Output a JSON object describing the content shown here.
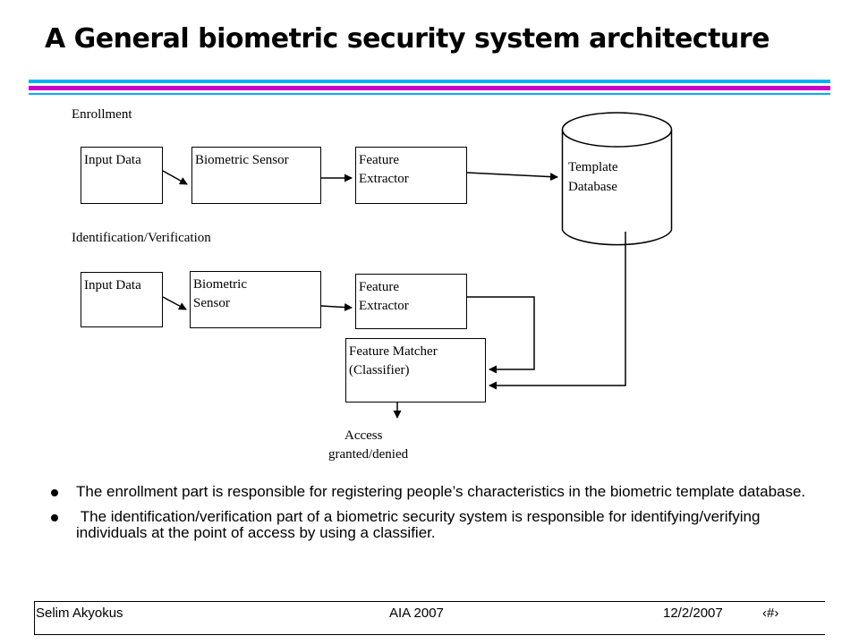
{
  "slide": {
    "title": "A General biometric security system architecture",
    "rule_colors": [
      "#00b0f0",
      "#cc00cc",
      "#00b0f0"
    ]
  },
  "diagram": {
    "enrollment_heading": "Enrollment",
    "identification_heading": "Identification/Verification",
    "enrollment": {
      "input": "Input Data",
      "sensor": "Biometric Sensor",
      "extractor": [
        "Feature",
        "Extractor"
      ]
    },
    "identification": {
      "input": "Input Data",
      "sensor": [
        "Biometric",
        "Sensor"
      ],
      "extractor": [
        "Feature",
        "Extractor"
      ]
    },
    "database": [
      "Template",
      "Database"
    ],
    "matcher": [
      "Feature Matcher",
      "(Classifier)"
    ],
    "output": [
      "Access",
      "granted/denied"
    ]
  },
  "bullets": [
    "The enrollment part is responsible for registering people’s characteristics in the biometric template database.",
    " The identification/verification part of a biometric security system is responsible for identifying/verifying individuals at the point of access by using a classifier."
  ],
  "footer": {
    "author": "Selim Akyokus",
    "event": "AIA 2007",
    "date": "12/2/2007",
    "page_glyph": "‹#›"
  }
}
